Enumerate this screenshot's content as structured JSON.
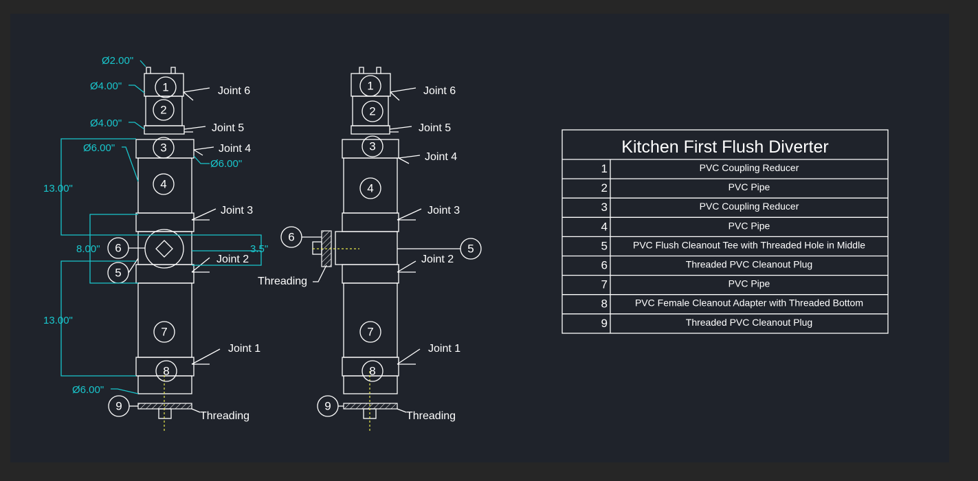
{
  "left_view": {
    "dimensions": {
      "top_diameter": "Ø2.00\"",
      "diameter_1": "Ø4.00\"",
      "diameter_2": "Ø4.00\"",
      "diameter_3": "Ø6.00\"",
      "diameter_4": "Ø6.00\"",
      "length_upper": "13.00\"",
      "width_tee": "8.00\"",
      "depth_tee": "3.5\"",
      "length_lower": "13.00\"",
      "diameter_bottom": "Ø6.00\""
    },
    "joints": [
      "Joint 6",
      "Joint 5",
      "Joint 4",
      "Joint 3",
      "Joint 2",
      "Joint 1"
    ],
    "threading": "Threading",
    "balloons": [
      "1",
      "2",
      "3",
      "4",
      "5",
      "6",
      "7",
      "8",
      "9"
    ]
  },
  "right_view": {
    "joints": [
      "Joint 6",
      "Joint 5",
      "Joint 4",
      "Joint 3",
      "Joint 2",
      "Joint 1"
    ],
    "threading_side": "Threading",
    "threading_bottom": "Threading",
    "balloons": [
      "1",
      "2",
      "3",
      "4",
      "5",
      "6",
      "7",
      "8",
      "9"
    ]
  },
  "parts_table": {
    "title": "Kitchen First Flush Diverter",
    "rows": [
      {
        "num": "1",
        "desc": "PVC Coupling Reducer"
      },
      {
        "num": "2",
        "desc": "PVC Pipe"
      },
      {
        "num": "3",
        "desc": "PVC Coupling Reducer"
      },
      {
        "num": "4",
        "desc": "PVC Pipe"
      },
      {
        "num": "5",
        "desc": "PVC Flush Cleanout Tee with Threaded Hole in Middle"
      },
      {
        "num": "6",
        "desc": "Threaded PVC Cleanout Plug"
      },
      {
        "num": "7",
        "desc": "PVC Pipe"
      },
      {
        "num": "8",
        "desc": "PVC Female Cleanout Adapter with Threaded Bottom"
      },
      {
        "num": "9",
        "desc": "Threaded PVC Cleanout Plug"
      }
    ]
  },
  "colors": {
    "background": "#1f232b",
    "outer": "#262626",
    "line": "#ffffff",
    "dimension": "#19c6cc",
    "centerline": "#e8e84a"
  }
}
